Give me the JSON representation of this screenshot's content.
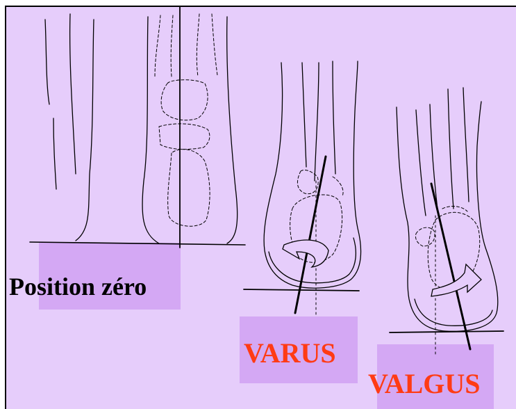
{
  "labels": {
    "position_zero": "Position zéro",
    "varus": "VARUS",
    "valgus": "VALGUS"
  },
  "colors": {
    "background": "#e6cdfb",
    "highlight": "#d4a8f4",
    "label_red": "#ff3b14",
    "line": "#000000"
  }
}
